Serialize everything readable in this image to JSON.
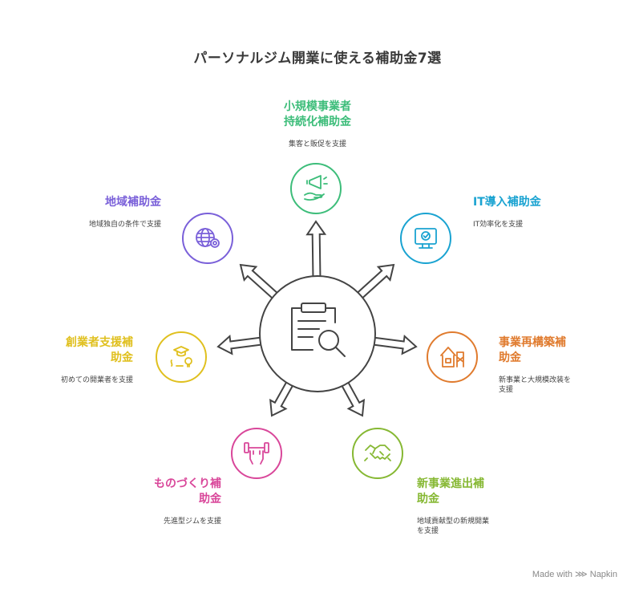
{
  "title": "パーソナルジム開業に使える補助金7選",
  "branding": {
    "made_with": "Made with",
    "brand": "Napkin"
  },
  "colors": {
    "hub": "#444444",
    "green": "#3dbd7a",
    "cyan": "#1aa3d1",
    "orange": "#e07b2e",
    "lime": "#86b833",
    "pink": "#d9479a",
    "yellow": "#e0c01f",
    "purple": "#7a60d9"
  },
  "items": [
    {
      "key": "shokibo",
      "color": "green",
      "icon": "megaphone-hand-icon",
      "label_lines": [
        "小規模事業者",
        "持続化補助金"
      ],
      "desc_lines": [
        "集客と販促を支援"
      ]
    },
    {
      "key": "it",
      "color": "cyan",
      "icon": "monitor-check-icon",
      "label_lines": [
        "IT導入補助金"
      ],
      "desc_lines": [
        "IT効率化を支援"
      ]
    },
    {
      "key": "saikouchiku",
      "color": "orange",
      "icon": "building-renovation-icon",
      "label_lines": [
        "事業再構築補",
        "助金"
      ],
      "desc_lines": [
        "新事業と大規模改装を",
        "支援"
      ]
    },
    {
      "key": "shinjigyou",
      "color": "lime",
      "icon": "handshake-icon",
      "label_lines": [
        "新事業進出補",
        "助金"
      ],
      "desc_lines": [
        "地域貢献型の新規開業",
        "を支援"
      ]
    },
    {
      "key": "monozukuri",
      "color": "pink",
      "icon": "dumbbell-hands-icon",
      "label_lines": [
        "ものづくり補",
        "助金"
      ],
      "desc_lines": [
        "先進型ジムを支援"
      ]
    },
    {
      "key": "sougyou",
      "color": "yellow",
      "icon": "graduation-idea-icon",
      "label_lines": [
        "創業者支援補",
        "助金"
      ],
      "desc_lines": [
        "初めての開業者を支援"
      ]
    },
    {
      "key": "chiiki",
      "color": "purple",
      "icon": "globe-certificate-icon",
      "label_lines": [
        "地域補助金"
      ],
      "desc_lines": [
        "地域独自の条件で支援"
      ]
    }
  ]
}
